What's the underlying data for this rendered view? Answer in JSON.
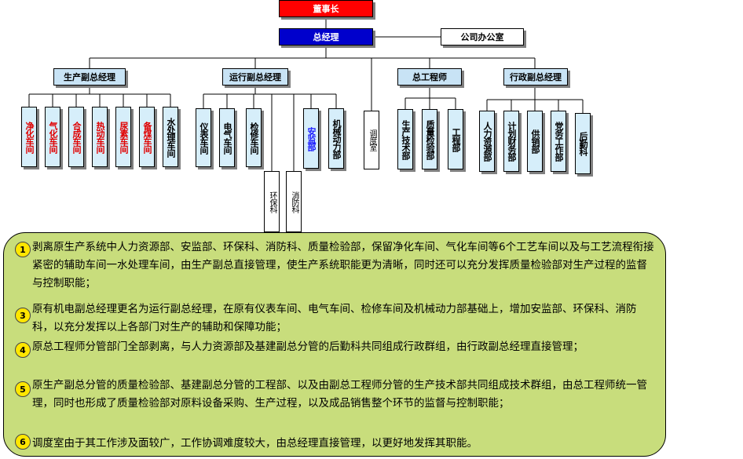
{
  "top": {
    "chairman": "董事长",
    "general_manager": "总经理",
    "company_office": "公司办公室"
  },
  "vps": {
    "production": "生产副总经理",
    "operation": "运行副总经理",
    "chief_engineer": "总工程师",
    "administration": "行政副总经理"
  },
  "production_units": [
    "净化车间",
    "气化车间",
    "合成车间",
    "热动车间",
    "尿素车间",
    "备煤车间",
    "水处理车间"
  ],
  "operation_units": [
    "仪表车间",
    "电气车间",
    "检修车间",
    "安监部",
    "机械动力部"
  ],
  "operation_sub_units": [
    "环保科",
    "消防科"
  ],
  "dispatch_room": "调度室",
  "engineer_units": [
    "生产技术部",
    "质量检验部",
    "工程部"
  ],
  "admin_units": [
    "人力资源部",
    "计划财务部",
    "供销部",
    "党务工作部",
    "后勤科"
  ],
  "notes": [
    {
      "num": "1",
      "text": "剥离原生产系统中人力资源部、安监部、环保科、消防科、质量检验部，保留净化车间、气化车间等6个工艺车间以及与工艺流程衔接紧密的辅助车间一水处理车间，由生产副总直接管理，使生产系统职能更为清晰，同时还可以充分发挥质量检验部对生产过程的监督与控制职能；"
    },
    {
      "num": "3",
      "text": " 原有机电副总经理更名为运行副总经理，在原有仪表车间、电气车间、检修车间及机械动力部基础上，增加安监部、环保科、消防科，以充分发挥以上各部门对生产的辅助和保障功能；"
    },
    {
      "num": "4",
      "text": " 原总工程师分管部门全部剥离，与人力资源部及基建副总分管的后勤科共同组成行政群组，由行政副总经理直接管理；"
    },
    {
      "num": "5",
      "text": "原生产副总分管的质量检验部、基建副总分管的工程部、以及由副总工程师分管的生产技术部共同组成技术群组，由总工程师统一管理，同时也形成了质量检验部对原料设备采购、生产过程，以及成品销售整个环节的监督与控制职能；"
    },
    {
      "num": "6",
      "text": "调度室由于其工作涉及面较广，工作协调难度较大，由总经理直接管理，以更好地发挥其职能。"
    }
  ]
}
